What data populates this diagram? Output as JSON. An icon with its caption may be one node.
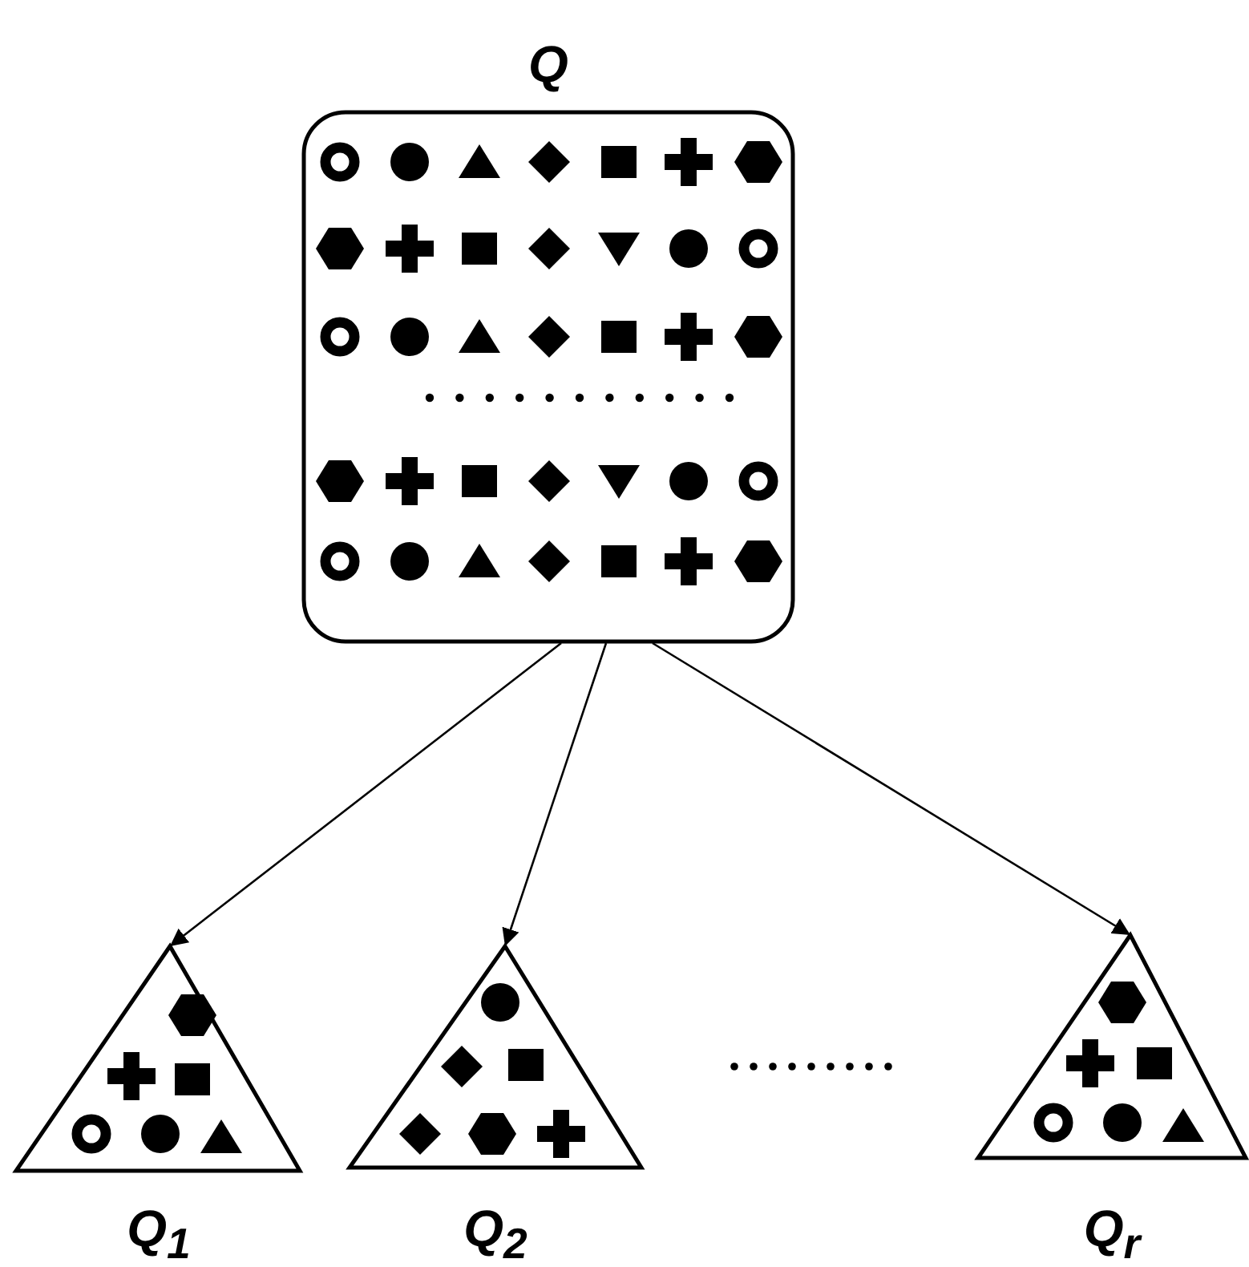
{
  "diagram": {
    "nodes": [
      {
        "text": [
          "Q"
        ]
      },
      {
        "text": [
          "Q$_{1}$"
        ]
      },
      {
        "text": [
          "Q$_{2}$"
        ]
      },
      {
        "text": [
          "Q$_{r}$"
        ]
      }
    ],
    "edges": [
      {
        "from": 0,
        "to": 1,
        "arrow": "to"
      },
      {
        "from": 0,
        "to": 2,
        "arrow": "to"
      },
      {
        "from": 0,
        "to": 3,
        "arrow": "to"
      }
    ]
  }
}
